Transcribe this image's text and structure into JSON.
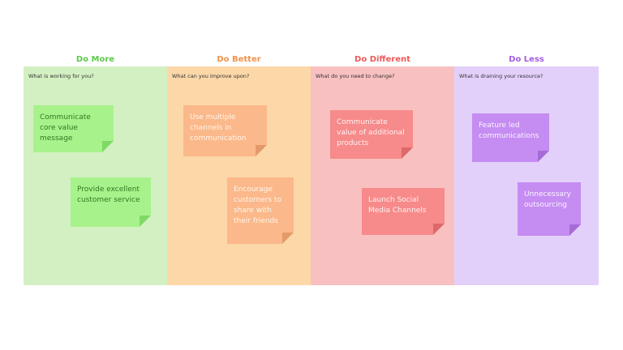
{
  "columns": [
    {
      "title": "Do More",
      "prompt": "What is working for you?",
      "title_color": "#5cc94a",
      "bg_color": "#d3f0c2",
      "notes": [
        "Communicate core value message",
        "Provide excellent customer service"
      ],
      "note_color": "#a8f28b",
      "note_text_color": "#2f7a22",
      "fold_color": "#7fd965"
    },
    {
      "title": "Do Better",
      "prompt": "What can you improve upon?",
      "title_color": "#f0924b",
      "bg_color": "#fcd7a8",
      "notes": [
        "Use multiple channels in communication",
        "Encourage customers to share with their friends"
      ],
      "note_color": "#fbb88a",
      "note_text_color": "#fff6ec",
      "fold_color": "#e39a6a"
    },
    {
      "title": "Do Different",
      "prompt": "What do you need to change?",
      "title_color": "#ee5a5a",
      "bg_color": "#f8c0c0",
      "notes": [
        "Communicate value of additional products",
        "Launch Social Media Channels"
      ],
      "note_color": "#f78a8a",
      "note_text_color": "#fff2f2",
      "fold_color": "#dd6a6a"
    },
    {
      "title": "Do Less",
      "prompt": "What is draining your resource?",
      "title_color": "#a45ee0",
      "bg_color": "#e3d0fa",
      "notes": [
        "Feature led communications",
        "Unnecessary outsourcing"
      ],
      "note_color": "#c58cf2",
      "note_text_color": "#fbf5ff",
      "fold_color": "#a66bd6"
    }
  ]
}
